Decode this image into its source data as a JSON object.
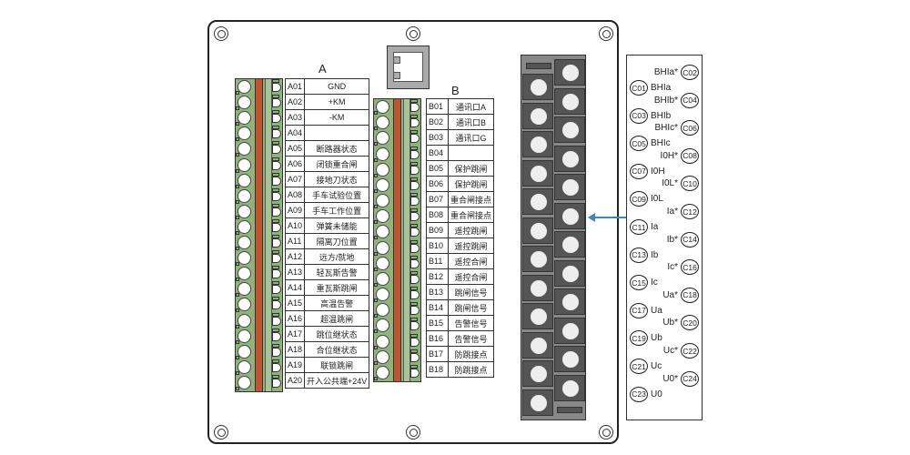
{
  "group_a": {
    "label": "A",
    "rows": [
      {
        "code": "A01",
        "desc": "GND"
      },
      {
        "code": "A02",
        "desc": "+KM"
      },
      {
        "code": "A03",
        "desc": "-KM"
      },
      {
        "code": "A04",
        "desc": ""
      },
      {
        "code": "A05",
        "desc": "断路器状态"
      },
      {
        "code": "A06",
        "desc": "闭锁重合闸"
      },
      {
        "code": "A07",
        "desc": "接地刀状态"
      },
      {
        "code": "A08",
        "desc": "手车试验位置"
      },
      {
        "code": "A09",
        "desc": "手车工作位置"
      },
      {
        "code": "A10",
        "desc": "弹簧未储能"
      },
      {
        "code": "A11",
        "desc": "隔离刀位置"
      },
      {
        "code": "A12",
        "desc": "远方/就地"
      },
      {
        "code": "A13",
        "desc": "轻瓦斯告警"
      },
      {
        "code": "A14",
        "desc": "重瓦斯跳闸"
      },
      {
        "code": "A15",
        "desc": "高温告警"
      },
      {
        "code": "A16",
        "desc": "超温跳闸"
      },
      {
        "code": "A17",
        "desc": "跳位继状态"
      },
      {
        "code": "A18",
        "desc": "合位继状态"
      },
      {
        "code": "A19",
        "desc": "联锁跳闸"
      },
      {
        "code": "A20",
        "desc": "开入公共端+24V"
      }
    ]
  },
  "group_b": {
    "label": "B",
    "rows": [
      {
        "code": "B01",
        "desc": "通讯口A"
      },
      {
        "code": "B02",
        "desc": "通讯口B"
      },
      {
        "code": "B03",
        "desc": "通讯口G"
      },
      {
        "code": "B04",
        "desc": ""
      },
      {
        "code": "B05",
        "desc": "保护跳闸"
      },
      {
        "code": "B06",
        "desc": "保护跳闸"
      },
      {
        "code": "B07",
        "desc": "重合闸接点"
      },
      {
        "code": "B08",
        "desc": "重合闸接点"
      },
      {
        "code": "B09",
        "desc": "遥控跳闸"
      },
      {
        "code": "B10",
        "desc": "遥控跳闸"
      },
      {
        "code": "B11",
        "desc": "遥控合闸"
      },
      {
        "code": "B12",
        "desc": "遥控合闸"
      },
      {
        "code": "B13",
        "desc": "跳闸信号"
      },
      {
        "code": "B14",
        "desc": "跳闸信号"
      },
      {
        "code": "B15",
        "desc": "告警信号"
      },
      {
        "code": "B16",
        "desc": "告警信号"
      },
      {
        "code": "B17",
        "desc": "防跳接点"
      },
      {
        "code": "B18",
        "desc": "防跳接点"
      }
    ]
  },
  "group_c": {
    "even": [
      {
        "code": "C02",
        "label": "BHIa*"
      },
      {
        "code": "C04",
        "label": "BHIb*"
      },
      {
        "code": "C06",
        "label": "BHIc*"
      },
      {
        "code": "C08",
        "label": "I0H*"
      },
      {
        "code": "C10",
        "label": "I0L*"
      },
      {
        "code": "C12",
        "label": "Ia*"
      },
      {
        "code": "C14",
        "label": "Ib*"
      },
      {
        "code": "C16",
        "label": "Ic*"
      },
      {
        "code": "C18",
        "label": "Ua*"
      },
      {
        "code": "C20",
        "label": "Ub*"
      },
      {
        "code": "C22",
        "label": "Uc*"
      },
      {
        "code": "C24",
        "label": "U0*"
      }
    ],
    "odd": [
      {
        "code": "C01",
        "label": "BHIa"
      },
      {
        "code": "C03",
        "label": "BHIb"
      },
      {
        "code": "C05",
        "label": "BHIc"
      },
      {
        "code": "C07",
        "label": "I0H"
      },
      {
        "code": "C09",
        "label": "I0L"
      },
      {
        "code": "C11",
        "label": "Ia"
      },
      {
        "code": "C13",
        "label": "Ib"
      },
      {
        "code": "C15",
        "label": "Ic"
      },
      {
        "code": "C17",
        "label": "Ua"
      },
      {
        "code": "C19",
        "label": "Ub"
      },
      {
        "code": "C21",
        "label": "Uc"
      },
      {
        "code": "C23",
        "label": "U0"
      }
    ]
  },
  "icons": {
    "screw": "mounting-screw-icon",
    "rj45": "rj45-port-icon",
    "arrow": "arrow-left-icon"
  },
  "colors": {
    "terminal_green": "#8fb47b",
    "terminal_red": "#c0542e",
    "connector_gray": "#555555",
    "arrow_blue": "#3b86b2"
  }
}
